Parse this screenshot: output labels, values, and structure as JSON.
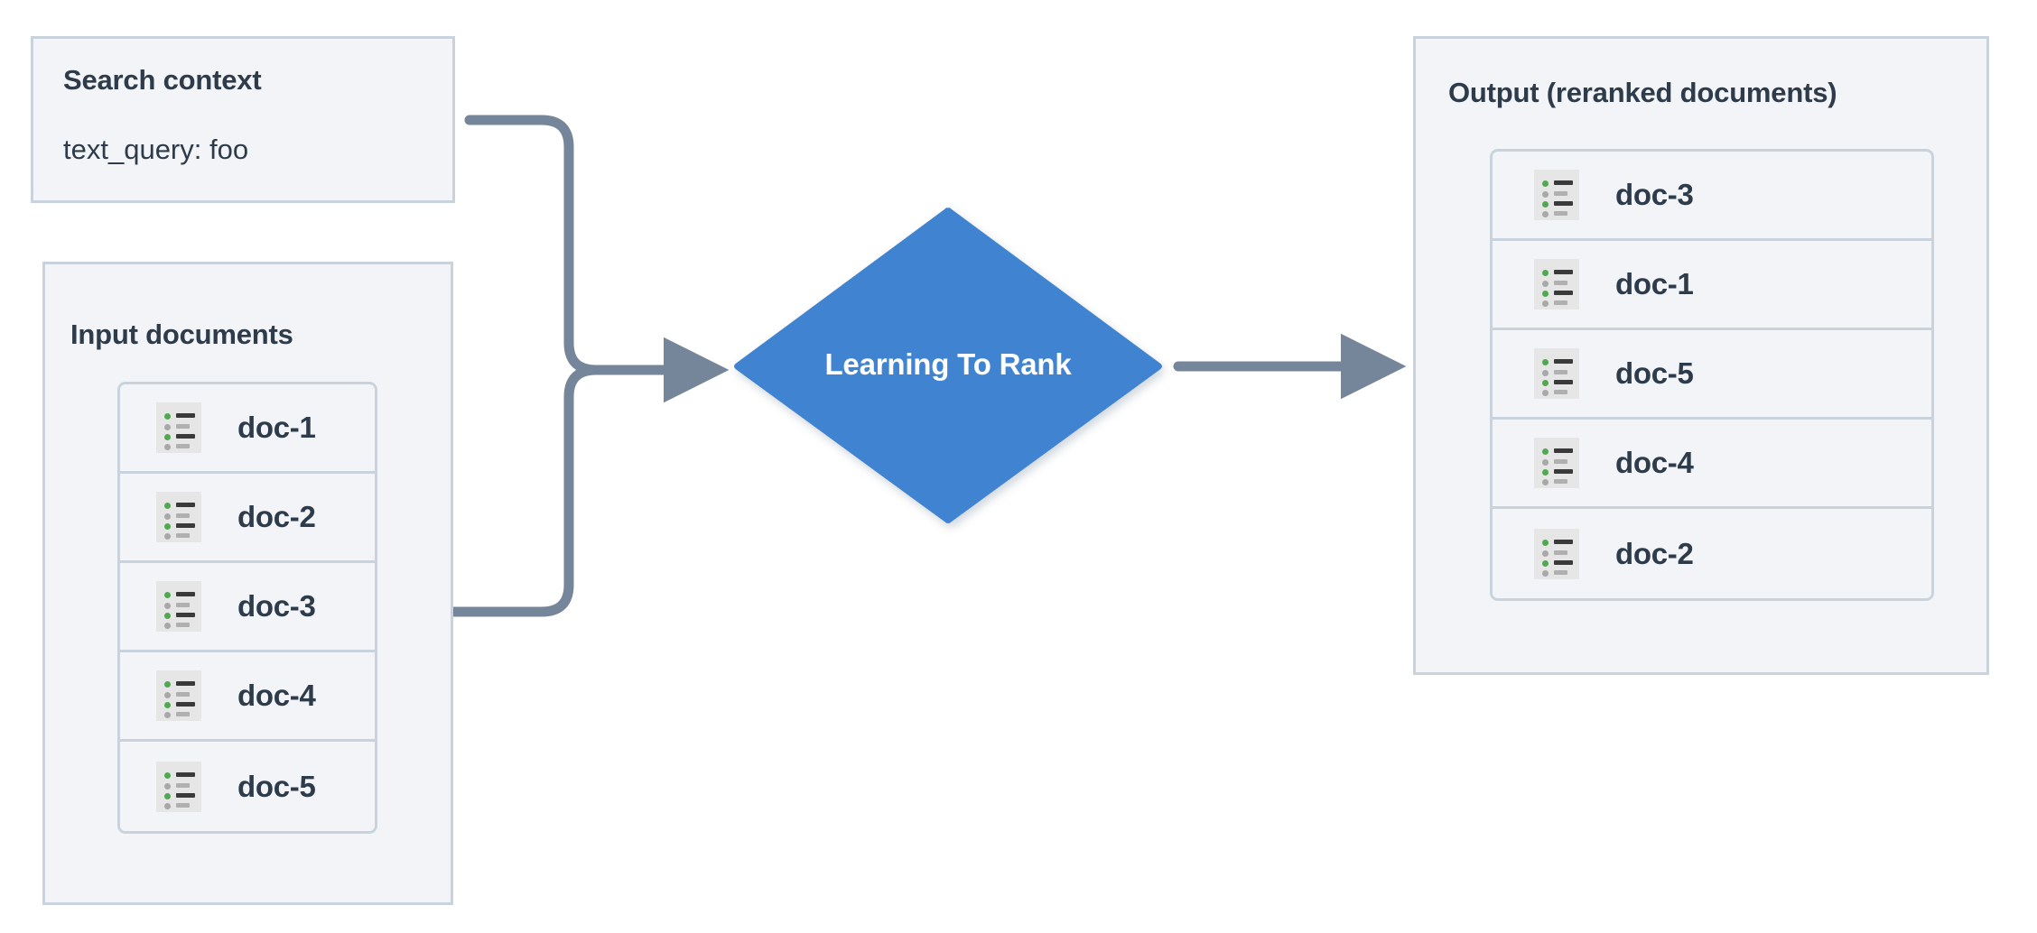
{
  "diagram": {
    "title": "Learning To Rank reranking flow",
    "colors": {
      "panel_fill": "#f2f4f7",
      "panel_border": "#c8d3dd",
      "text": "#2d3b4a",
      "accent_blue": "#3f83d0",
      "connector": "#76869a",
      "icon_bg": "#e6e6e6",
      "icon_green": "#52a852",
      "icon_gray": "#a8a8a8"
    }
  },
  "search_context": {
    "title": "Search context",
    "query_line": "text_query: foo"
  },
  "input_documents": {
    "title": "Input documents",
    "docs": [
      {
        "label": "doc-1",
        "icon": "document-list-icon"
      },
      {
        "label": "doc-2",
        "icon": "document-list-icon"
      },
      {
        "label": "doc-3",
        "icon": "document-list-icon"
      },
      {
        "label": "doc-4",
        "icon": "document-list-icon"
      },
      {
        "label": "doc-5",
        "icon": "document-list-icon"
      }
    ]
  },
  "process": {
    "label": "Learning To Rank",
    "shape": "diamond"
  },
  "output": {
    "title": "Output (reranked documents)",
    "docs": [
      {
        "label": "doc-3",
        "icon": "document-list-icon"
      },
      {
        "label": "doc-1",
        "icon": "document-list-icon"
      },
      {
        "label": "doc-5",
        "icon": "document-list-icon"
      },
      {
        "label": "doc-4",
        "icon": "document-list-icon"
      },
      {
        "label": "doc-2",
        "icon": "document-list-icon"
      }
    ]
  },
  "connectors": [
    {
      "name": "search-context-to-ltr",
      "from": "Search context",
      "to": "Learning To Rank"
    },
    {
      "name": "input-documents-to-ltr",
      "from": "Input documents",
      "to": "Learning To Rank"
    },
    {
      "name": "ltr-to-output",
      "from": "Learning To Rank",
      "to": "Output (reranked documents)"
    }
  ]
}
